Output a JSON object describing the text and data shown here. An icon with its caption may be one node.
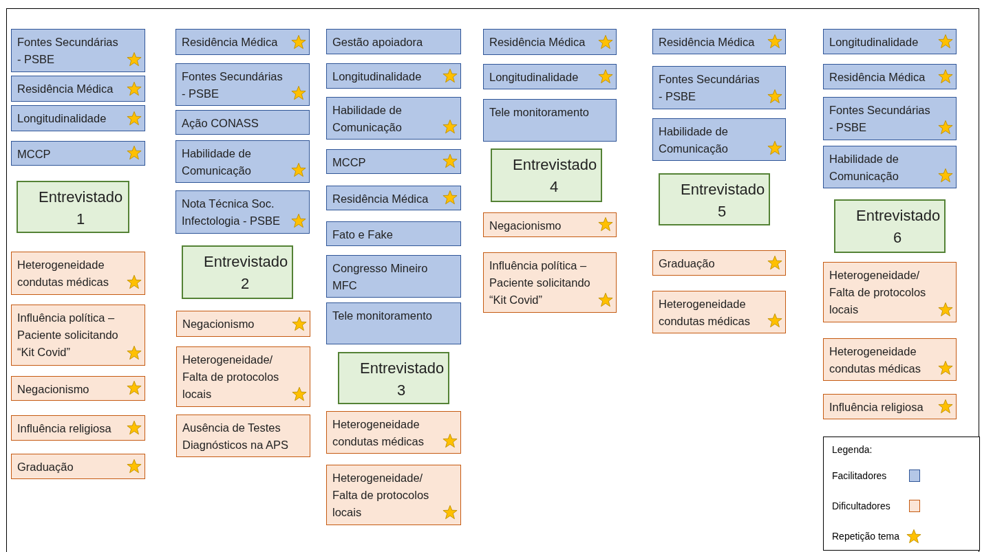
{
  "diagram": {
    "nodes": [
      {
        "text": [
          "Fontes Secundárias - PSBE"
        ]
      },
      {
        "text": [
          "Residência Médica"
        ]
      },
      {
        "text": [
          "Longitudinalidade"
        ]
      },
      {
        "text": [
          "MCCP"
        ]
      },
      {
        "text": [
          "Entrevistado 1"
        ]
      },
      {
        "text": [
          "Heterogeneidade condutas médicas"
        ]
      },
      {
        "text": [
          "Influência política – Paciente solicitando “Kit Covid”"
        ]
      },
      {
        "text": [
          "Negacionismo"
        ]
      },
      {
        "text": [
          "Influência religiosa"
        ]
      },
      {
        "text": [
          "Graduação"
        ]
      },
      {
        "text": [
          "Residência Médica"
        ]
      },
      {
        "text": [
          "Fontes Secundárias - PSBE"
        ]
      },
      {
        "text": [
          "Ação CONASS"
        ]
      },
      {
        "text": [
          "Habilidade de Comunicação"
        ]
      },
      {
        "text": [
          "Nota Técnica Soc. Infectologia - PSBE"
        ]
      },
      {
        "text": [
          "Entrevistado 2"
        ]
      },
      {
        "text": [
          "Negacionismo"
        ]
      },
      {
        "text": [
          "Heterogeneidade/ Falta de protocolos locais"
        ]
      },
      {
        "text": [
          "Ausência de Testes Diagnósticos na APS"
        ]
      },
      {
        "text": [
          "Gestão apoiadora"
        ]
      },
      {
        "text": [
          "Longitudinalidade"
        ]
      },
      {
        "text": [
          "Habilidade de Comunicação"
        ]
      },
      {
        "text": [
          "MCCP"
        ]
      },
      {
        "text": [
          "Residência Médica"
        ]
      },
      {
        "text": [
          "Fato e Fake"
        ]
      },
      {
        "text": [
          "Congresso Mineiro MFC"
        ]
      },
      {
        "text": [
          "Tele monitoramento"
        ]
      },
      {
        "text": [
          "Entrevistado 3"
        ]
      },
      {
        "text": [
          "Heterogeneidade condutas médicas"
        ]
      },
      {
        "text": [
          "Heterogeneidade/ Falta de protocolos locais"
        ]
      },
      {
        "text": [
          "Residência Médica"
        ]
      },
      {
        "text": [
          "Longitudinalidade"
        ]
      },
      {
        "text": [
          "Tele monitoramento"
        ]
      },
      {
        "text": [
          "Entrevistado 4"
        ]
      },
      {
        "text": [
          "Negacionismo"
        ]
      },
      {
        "text": [
          "Influência política – Paciente solicitando “Kit Covid”"
        ]
      },
      {
        "text": [
          "Residência Médica"
        ]
      },
      {
        "text": [
          "Fontes Secundárias - PSBE"
        ]
      },
      {
        "text": [
          "Habilidade de Comunicação"
        ]
      },
      {
        "text": [
          "Entrevistado 5"
        ]
      },
      {
        "text": [
          "Graduação"
        ]
      },
      {
        "text": [
          "Heterogeneidade condutas médicas"
        ]
      },
      {
        "text": [
          "Longitudinalidade"
        ]
      },
      {
        "text": [
          "Residência Médica"
        ]
      },
      {
        "text": [
          "Fontes Secundárias - PSBE"
        ]
      },
      {
        "text": [
          "Habilidade de Comunicação"
        ]
      },
      {
        "text": [
          "Entrevistado 6"
        ]
      },
      {
        "text": [
          "Heterogeneidade/ Falta de protocolos locais"
        ]
      },
      {
        "text": [
          "Heterogeneidade condutas médicas"
        ]
      },
      {
        "text": [
          "Influência religiosa"
        ]
      }
    ],
    "labels": [
      "Legenda:"
    ],
    "legend": [
      {
        "text": "Facilitadores",
        "color": "#b4c7e7"
      },
      {
        "text": "Dificultadores",
        "color": "#fbe5d6"
      },
      {
        "text": "Repetição tema"
      }
    ]
  }
}
